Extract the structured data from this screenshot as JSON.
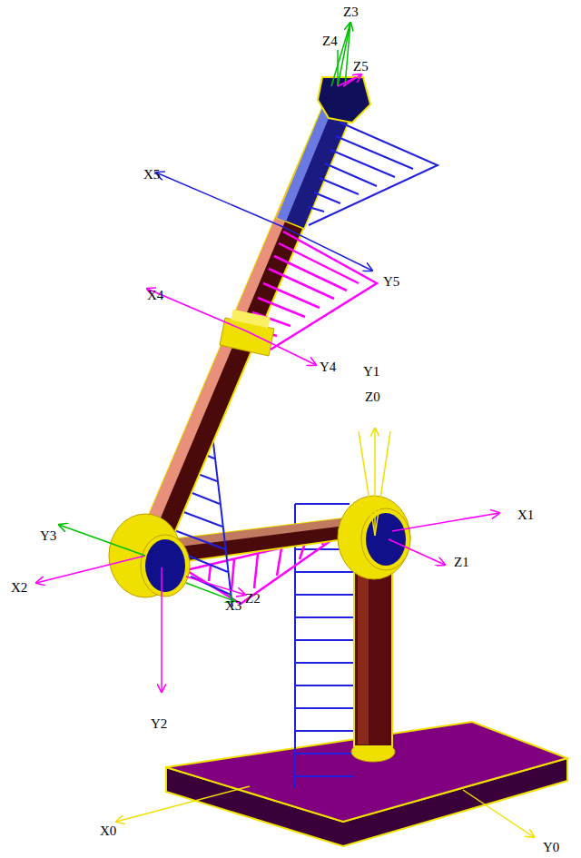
{
  "diagram": {
    "labels": [
      "Z3",
      "Z4",
      "Z5",
      "X5",
      "Y5",
      "X4",
      "Y4",
      "Y1",
      "Z0",
      "X1",
      "Z1",
      "Y3",
      "X2",
      "X3",
      "Z2",
      "Y2",
      "X0",
      "Y0"
    ]
  }
}
